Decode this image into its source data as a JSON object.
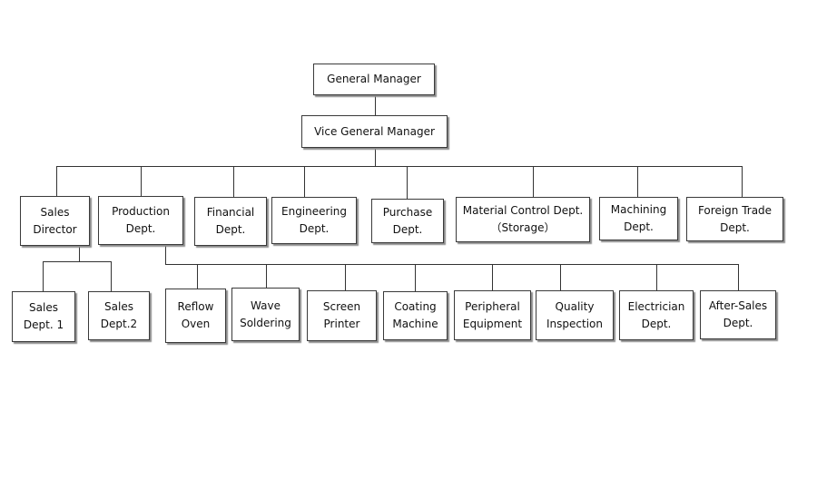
{
  "org_chart": {
    "general_manager": [
      "General Manager"
    ],
    "vice_general_manager": [
      "Vice General Manager"
    ],
    "sales_director": [
      "Sales",
      "Director"
    ],
    "production_dept": [
      "Production",
      "Dept."
    ],
    "financial_dept": [
      "Financial",
      "Dept."
    ],
    "engineering_dept": [
      "Engineering",
      "Dept."
    ],
    "purchase_dept": [
      "Purchase",
      "Dept."
    ],
    "material_control_dept": [
      "Material Control Dept.",
      "（Storage）"
    ],
    "machining_dept": [
      "Machining",
      "Dept."
    ],
    "foreign_trade_dept": [
      "Foreign Trade",
      "Dept."
    ],
    "sales_dept_1": [
      "Sales",
      "Dept. 1"
    ],
    "sales_dept_2": [
      "Sales",
      "Dept.2"
    ],
    "reflow_oven": [
      "Reflow",
      "Oven"
    ],
    "wave_soldering": [
      "Wave",
      "Soldering"
    ],
    "screen_printer": [
      "Screen",
      "Printer"
    ],
    "coating_machine": [
      "Coating",
      "Machine"
    ],
    "peripheral_equipment": [
      "Peripheral",
      "Equipment"
    ],
    "quality_inspection": [
      "Quality",
      "Inspection"
    ],
    "electrician_dept": [
      "Electrician",
      "Dept."
    ],
    "after_sales_dept": [
      "After-Sales",
      "Dept."
    ]
  }
}
